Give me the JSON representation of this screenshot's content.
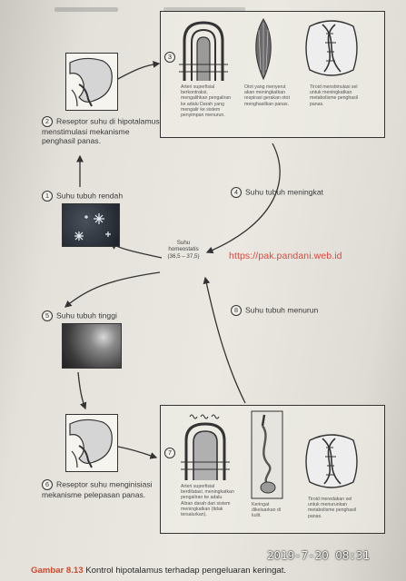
{
  "steps": [
    {
      "num": "1",
      "label": "Suhu tubuh rendah"
    },
    {
      "num": "2",
      "label": "Reseptor suhu di hipotalamus menstimulasi mekanisme penghasil panas."
    },
    {
      "num": "3",
      "label": ""
    },
    {
      "num": "4",
      "label": "Suhu tubuh meningkat"
    },
    {
      "num": "5",
      "label": "Suhu tubuh tinggi"
    },
    {
      "num": "6",
      "label": "Reseptor suhu menginisiasi mekanisme pelepasan panas."
    },
    {
      "num": "7",
      "label": ""
    },
    {
      "num": "8",
      "label": "Suhu tubuh menurun"
    }
  ],
  "center": {
    "title": "Suhu homeostatis",
    "range": "(36,5 – 37,5)"
  },
  "watermark": "https://pak.pandani.web.id",
  "top_panel_captions": [
    "Arteri superfisial berkontraksi, mengalihkan pengaliran ke adalu Darah yang mengalir ke sistem penyimpan menurun.",
    "Otot yang menyerut akan meningkatkan respirasi gerakan otot menghasilkan panas.",
    "Tiroid menstimulasi sel untuk meningkatkan metabolisme penghasil panas."
  ],
  "bottom_panel_captions": [
    "Arteri superfisial berdilatasi, meningkatkan pengaliran ke adalu. Aliran darah dari sistem meningkatkan (tidak tersalurkan).",
    "Keringat dikeluarkan di kulit.",
    "Tiroid meredakan sel untuk menurunkan metabolisme penghasil panas."
  ],
  "figure_caption": {
    "label": "Gambar 8.13",
    "text": "Kontrol hipotalamus terhadap pengeluaran keringat."
  },
  "timestamp": "2019-7-20 08:31",
  "colors": {
    "watermark": "#e0463c",
    "timestamp": "#ffffff",
    "caption_label": "#d0482c"
  }
}
